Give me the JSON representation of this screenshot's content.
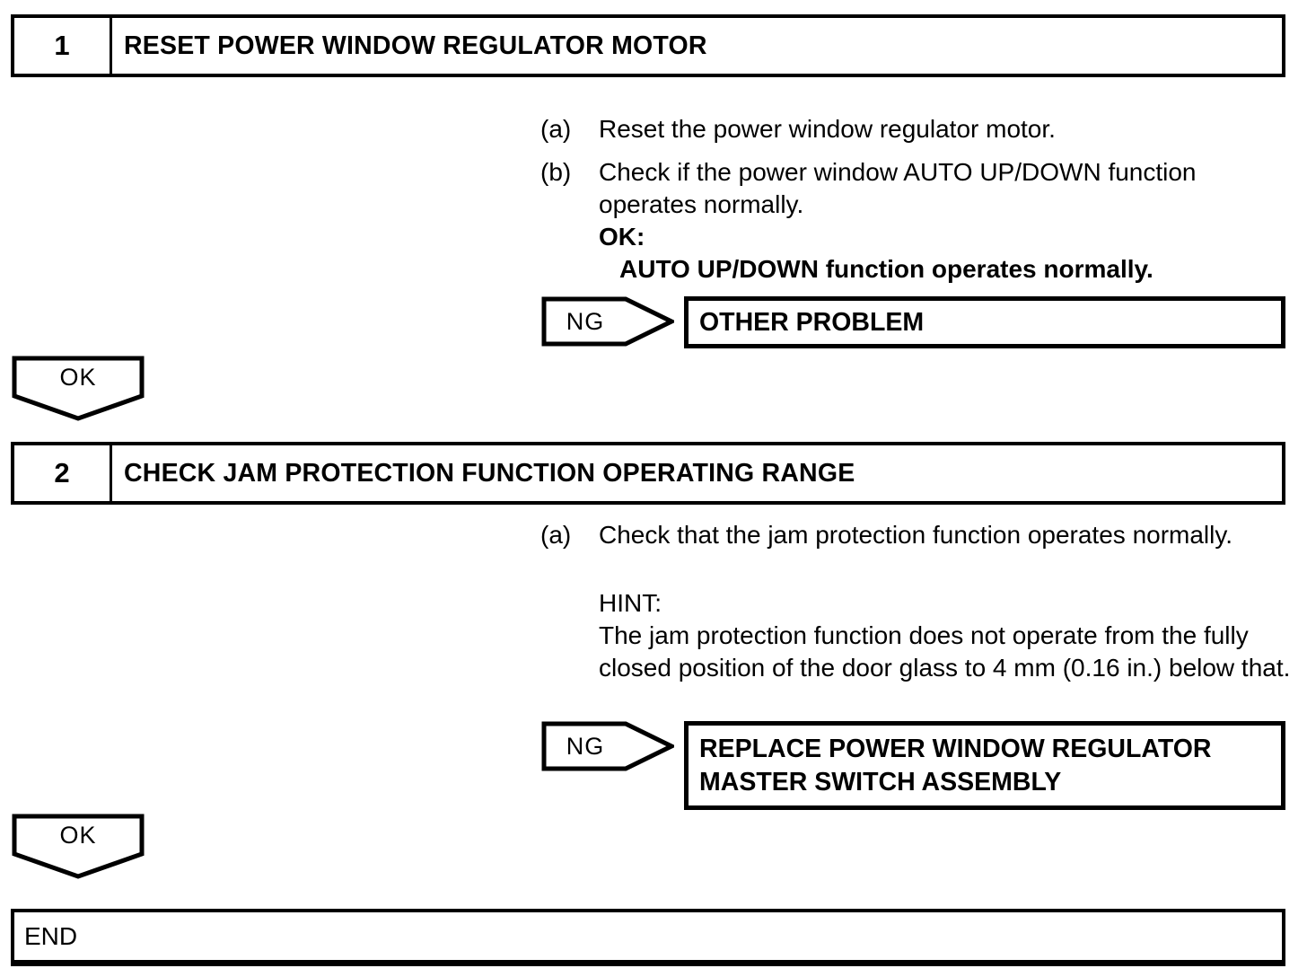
{
  "colors": {
    "ink": "#000000",
    "paper": "#ffffff"
  },
  "steps": [
    {
      "number": "1",
      "title": "RESET POWER WINDOW REGULATOR MOTOR",
      "substeps": [
        {
          "label": "(a)",
          "text": "Reset the power window regulator motor."
        },
        {
          "label": "(b)",
          "text": "Check if the power window AUTO UP/DOWN function operates normally."
        }
      ],
      "ok_spec": {
        "label": "OK:",
        "value": "AUTO UP/DOWN function operates normally."
      },
      "ng_label": "NG",
      "ng_result": "OTHER PROBLEM",
      "ok_label": "OK"
    },
    {
      "number": "2",
      "title": "CHECK JAM PROTECTION FUNCTION OPERATING RANGE",
      "substeps": [
        {
          "label": "(a)",
          "text": "Check that the jam protection function operates normally."
        }
      ],
      "hint": {
        "label": "HINT:",
        "text": "The jam protection function does not operate from the fully closed position of the door glass to 4 mm (0.16 in.) below that."
      },
      "ng_label": "NG",
      "ng_result": "REPLACE POWER WINDOW REGULATOR MASTER SWITCH ASSEMBLY",
      "ok_label": "OK"
    }
  ],
  "terminator": {
    "label": "END"
  }
}
